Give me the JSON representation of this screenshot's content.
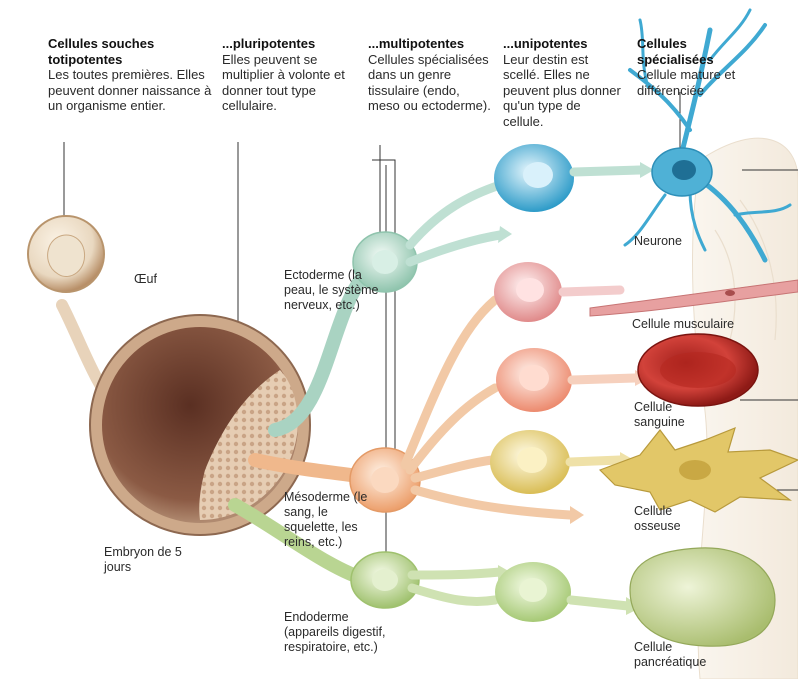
{
  "columns": {
    "totipotent": {
      "heading": "Cellules souches totipotentes",
      "text": "Les toutes premières. Elles peuvent donner naissance à un organisme entier."
    },
    "pluripotent": {
      "heading": "...pluripotentes",
      "text": "Elles peuvent se multiplier à volonte et donner tout type cellulaire."
    },
    "multipotent": {
      "heading": "...multipotentes",
      "text": "Cellules spécialisées dans un genre tissulaire (endo, meso ou ectoderme)."
    },
    "unipotent": {
      "heading": "...unipotentes",
      "text": "Leur destin est scellé. Elles ne peuvent plus donner qu'un type de cellule."
    },
    "specialized": {
      "heading": "Cellules spécialisées",
      "text": "Cellule mature et différenciée"
    }
  },
  "labels": {
    "egg": "Œuf",
    "embryo": "Embryon de 5 jours",
    "ectoderm": "Ectoderme (la peau, le système nerveux, etc.)",
    "mesoderm": "Mésoderme (le sang, le squelette, les reins, etc.)",
    "endoderm": "Endoderme (appareils digestif, respiratoire, etc.)"
  },
  "cells": {
    "neuron": "Neurone",
    "muscle": "Cellule musculaire",
    "blood": "Cellule sanguine",
    "bone": "Cellule osseuse",
    "pancreatic": "Cellule pancréatique"
  },
  "colors": {
    "ectoderm": "#a9d3c2",
    "mesoderm": "#f0b88c",
    "endoderm": "#b9d592",
    "neuron": "#4fb1d6",
    "muscle": "#e7a0a0",
    "blood": "#c0302a",
    "bone": "#e2c768",
    "pancreatic": "#c8d79a",
    "embryo": "#7a4a35"
  }
}
